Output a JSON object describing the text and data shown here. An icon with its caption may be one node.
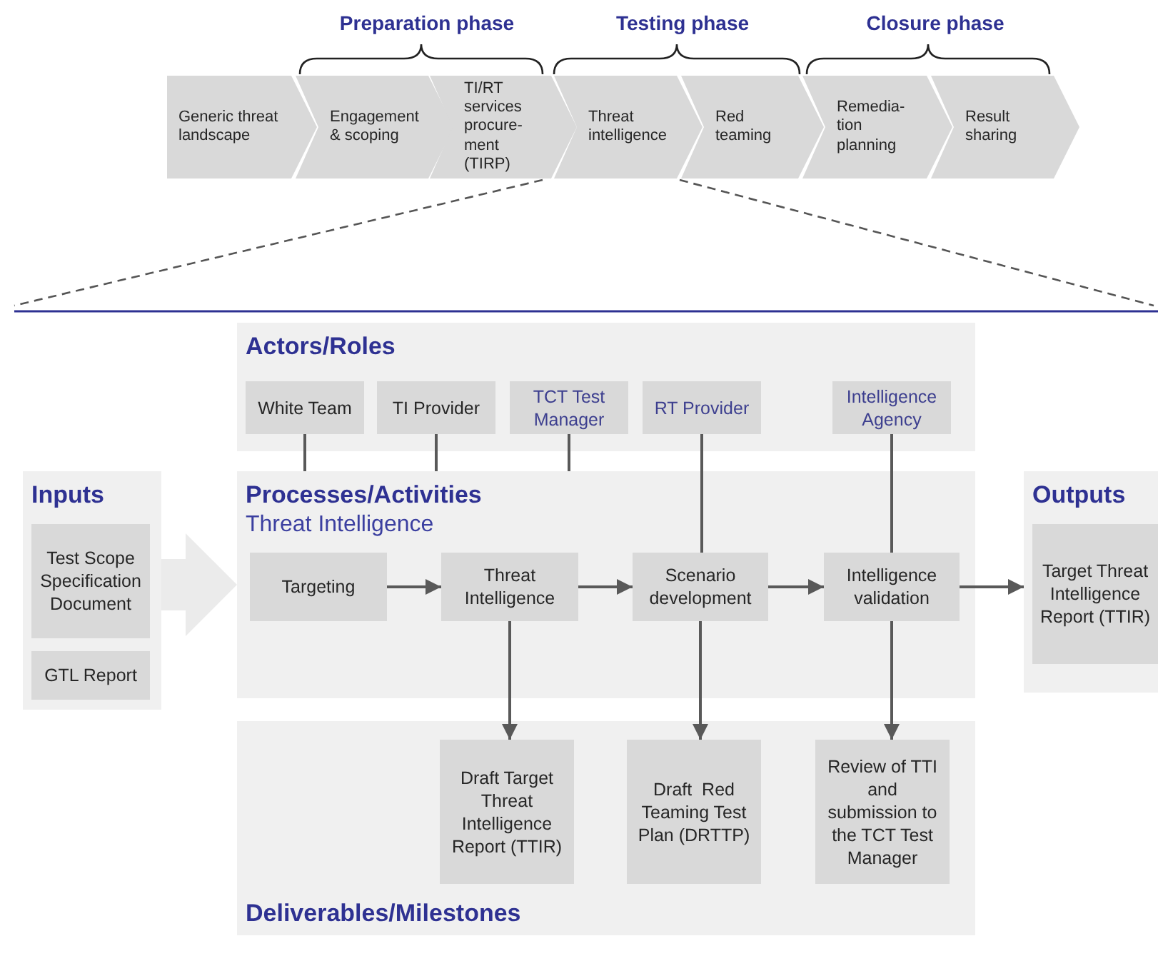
{
  "diagram": {
    "nodes": [
      {
        "text": [
          "Generic threat landscape"
        ]
      },
      {
        "text": [
          "Engagement & scoping"
        ]
      },
      {
        "text": [
          "TI/RT services procure- ment (TIRP)"
        ]
      },
      {
        "text": [
          "Threat intelligence"
        ]
      },
      {
        "text": [
          "Red teaming"
        ]
      },
      {
        "text": [
          "Remedia- tion planning"
        ]
      },
      {
        "text": [
          "Result sharing"
        ]
      },
      {
        "text": [
          "Actors/Roles"
        ]
      },
      {
        "text": [
          "White Team"
        ],
        "in": 7
      },
      {
        "text": [
          "TI Provider"
        ],
        "in": 7
      },
      {
        "text": [
          "TCT Test Manager"
        ],
        "in": 7
      },
      {
        "text": [
          "RT Provider"
        ],
        "in": 7
      },
      {
        "text": [
          "Intelligence Agency"
        ],
        "in": 7
      },
      {
        "text": [
          "Inputs"
        ]
      },
      {
        "text": [
          "Test Scope Specification Document"
        ],
        "in": 13
      },
      {
        "text": [
          "GTL Report"
        ],
        "in": 13
      },
      {
        "text": [
          "Processes/Activities",
          "Threat Intelligence"
        ]
      },
      {
        "text": [
          "Targeting"
        ],
        "in": 16
      },
      {
        "text": [
          "Threat Intelligence"
        ],
        "in": 16
      },
      {
        "text": [
          "Scenario development"
        ],
        "in": 16
      },
      {
        "text": [
          "Intelligence validation"
        ],
        "in": 16
      },
      {
        "text": [
          "Outputs"
        ]
      },
      {
        "text": [
          "Target Threat Intelligence Report (TTIR)"
        ],
        "in": 21
      },
      {
        "text": [
          "Deliverables/Milestones"
        ]
      },
      {
        "text": [
          "Draft Target Threat Intelligence Report (TTIR)"
        ],
        "in": 23
      },
      {
        "text": [
          "Draft  Red Teaming Test Plan (DRTTP)"
        ],
        "in": 23
      },
      {
        "text": [
          "Review of TTI and submission to the TCT Test Manager"
        ],
        "in": 23
      }
    ],
    "edges": [
      {
        "from": 13,
        "to": 16,
        "arrow": "to",
        "style": "thick",
        "color": "#ebebeb"
      },
      {
        "from": 8,
        "to": 16,
        "arrow": "none"
      },
      {
        "from": 9,
        "to": 16,
        "arrow": "none"
      },
      {
        "from": 10,
        "to": 16,
        "arrow": "none"
      },
      {
        "from": 11,
        "to": 19,
        "arrow": "none"
      },
      {
        "from": 12,
        "to": 20,
        "arrow": "none"
      },
      {
        "from": 17,
        "to": 18,
        "arrow": "to"
      },
      {
        "from": 18,
        "to": 19,
        "arrow": "to"
      },
      {
        "from": 19,
        "to": 20,
        "arrow": "to"
      },
      {
        "from": 20,
        "to": 21,
        "arrow": "to"
      },
      {
        "from": 18,
        "to": 24,
        "arrow": "to"
      },
      {
        "from": 19,
        "to": 25,
        "arrow": "to"
      },
      {
        "from": 20,
        "to": 26,
        "arrow": "to"
      }
    ],
    "labels": [
      "Preparation phase",
      "Testing phase",
      "Closure phase"
    ]
  }
}
